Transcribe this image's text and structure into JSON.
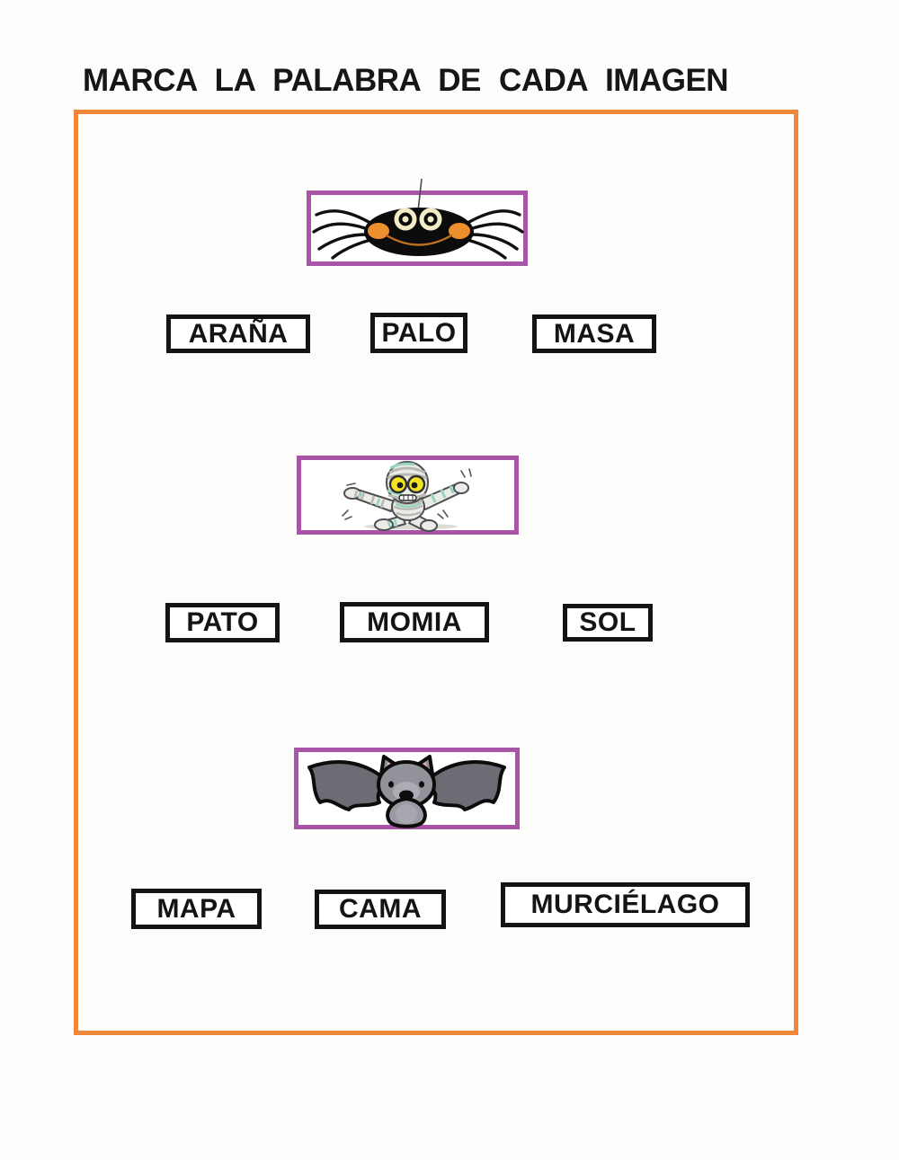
{
  "page": {
    "title": "MARCA LA PALABRA DE CADA IMAGEN"
  },
  "colors": {
    "frame_border": "#F0863A",
    "image_border": "#A855A8",
    "word_border": "#141414",
    "text": "#161616",
    "spider_cheek": "#EE8F2E",
    "mummy_eye": "#F2E424",
    "mummy_bandage_accent": "#97D3C0",
    "bat_ear_inner": "#F4A6B4"
  },
  "exercises": [
    {
      "image_icon": "spider-image",
      "options": [
        "ARAÑA",
        "PALO",
        "MASA"
      ]
    },
    {
      "image_icon": "mummy-image",
      "options": [
        "PATO",
        "MOMIA",
        "SOL"
      ]
    },
    {
      "image_icon": "bat-image",
      "options": [
        "MAPA",
        "CAMA",
        "MURCIÉLAGO"
      ]
    }
  ]
}
